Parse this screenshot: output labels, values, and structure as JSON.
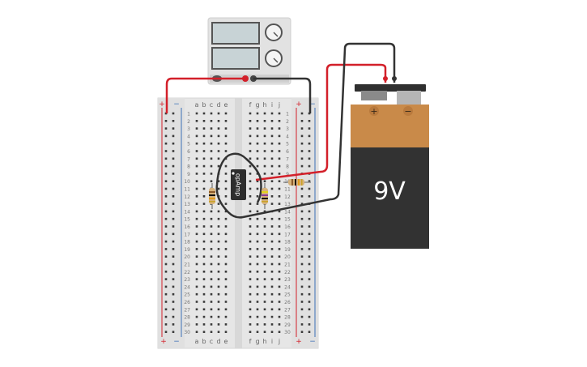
{
  "breadboard": {
    "rail_plus": "+",
    "rail_minus": "−",
    "columns_left": [
      "a",
      "b",
      "c",
      "d",
      "e"
    ],
    "columns_right": [
      "f",
      "g",
      "h",
      "i",
      "j"
    ],
    "row_count": 30
  },
  "chip": {
    "label": "opAmp"
  },
  "battery": {
    "voltage_label": "9V",
    "plus_symbol": "+",
    "minus_symbol": "−"
  },
  "colors": {
    "wire_red": "#d3202a",
    "wire_black": "#333333",
    "rail_red": "#d3202a",
    "rail_blue": "#3b6fb6",
    "board": "#e6e6e6",
    "battery_top": "#c98a49",
    "battery_body": "#323232"
  }
}
